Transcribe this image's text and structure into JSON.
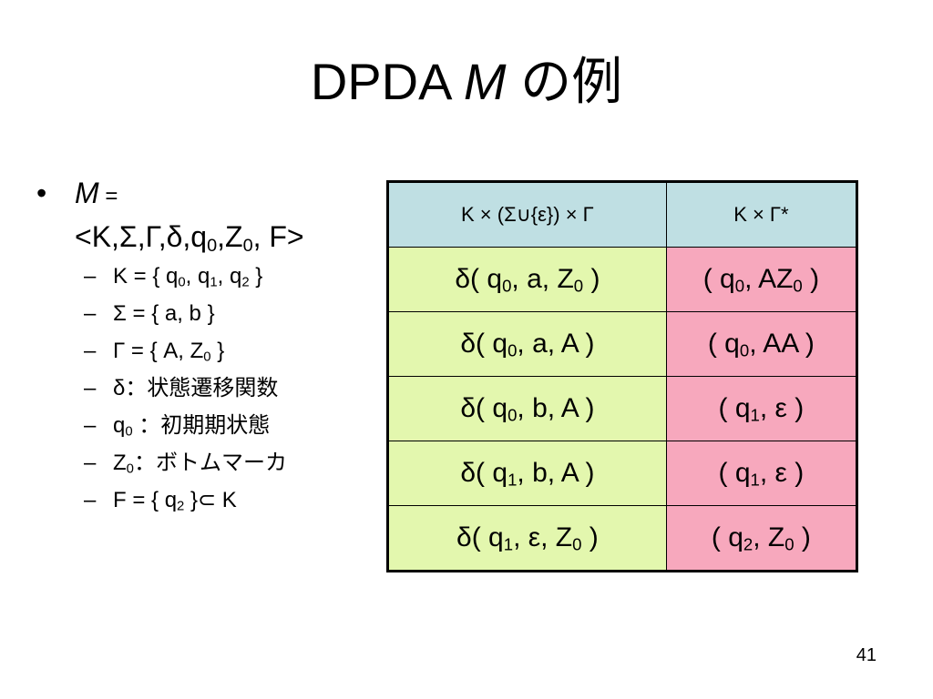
{
  "slide": {
    "title_prefix": "DPDA ",
    "title_italic": "M",
    "title_suffix": " の例",
    "page_number": "41"
  },
  "definition": {
    "bullet_symbol": "•",
    "machine_name": "M",
    "equals": " =",
    "tuple_line": [
      "<K,Σ,Γ,δ,q",
      "0",
      ",Z",
      "0",
      ", F>"
    ]
  },
  "components": [
    {
      "dash": "–",
      "parts": [
        "K = { q",
        "0",
        ", q",
        "1",
        ", q",
        "2",
        " }"
      ]
    },
    {
      "dash": "–",
      "parts": [
        "Σ = { a, b }"
      ]
    },
    {
      "dash": "–",
      "parts": [
        "Γ = { A, Z",
        "0",
        " }"
      ]
    },
    {
      "dash": "–",
      "parts": [
        " δ：状態遷移関数"
      ]
    },
    {
      "dash": "–",
      "parts": [
        " q",
        "0",
        " ：初期期状態"
      ]
    },
    {
      "dash": "–",
      "parts": [
        "Z",
        "0",
        "：ボトムマーカ"
      ]
    },
    {
      "dash": "–",
      "parts": [
        "F = { q",
        "2",
        " }⊂ K"
      ]
    }
  ],
  "table": {
    "headers": [
      "K × (Σ∪{ε}) × Γ",
      "K × Γ*"
    ],
    "rows": [
      {
        "lhs": [
          "δ( q",
          "0",
          ", a, Z",
          "0",
          " )"
        ],
        "rhs": [
          "( q",
          "0",
          ", AZ",
          "0",
          " )"
        ]
      },
      {
        "lhs": [
          "δ( q",
          "0",
          ", a, A )"
        ],
        "rhs": [
          "( q",
          "0",
          ", AA )"
        ]
      },
      {
        "lhs": [
          "δ( q",
          "0",
          ", b, A )"
        ],
        "rhs": [
          "( q",
          "1",
          ", ε )"
        ]
      },
      {
        "lhs": [
          "δ( q",
          "1",
          ", b, A )"
        ],
        "rhs": [
          "( q",
          "1",
          ", ε )"
        ]
      },
      {
        "lhs": [
          "δ( q",
          "1",
          ", ε, Z",
          "0",
          " )"
        ],
        "rhs": [
          "( q",
          "2",
          ",  Z",
          "0",
          " )"
        ]
      }
    ],
    "colors": {
      "header_bg": "#bfdfe3",
      "lhs_bg": "#e3f7ae",
      "rhs_bg": "#f7a8bd"
    }
  }
}
